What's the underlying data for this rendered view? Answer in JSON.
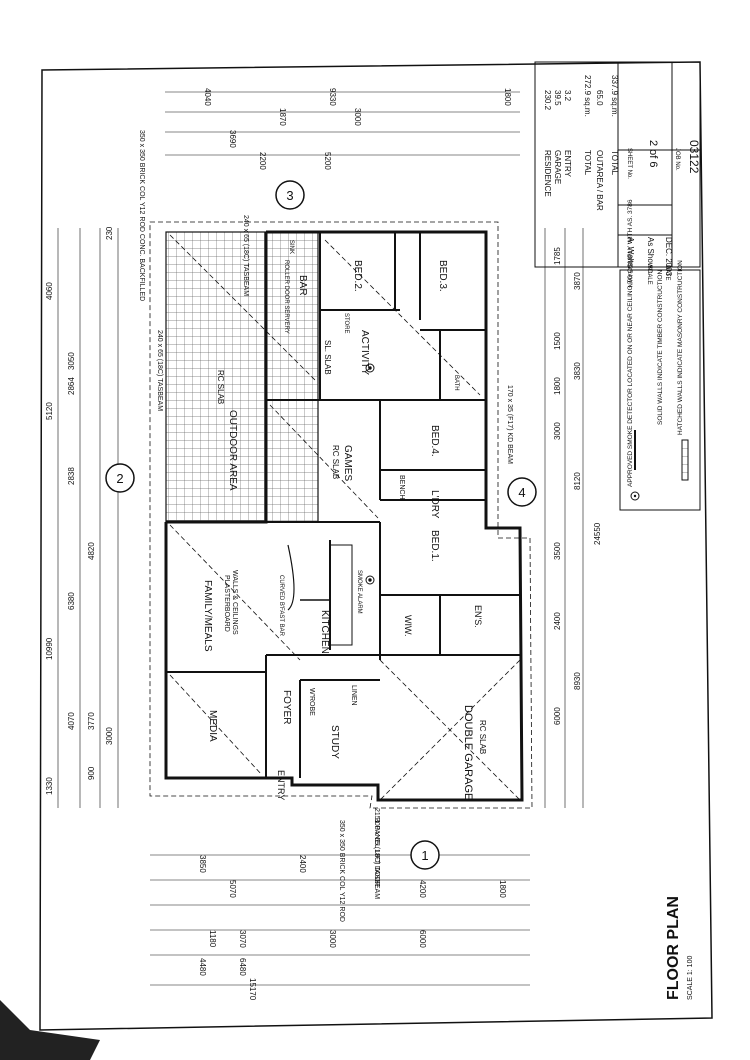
{
  "title": "FLOOR PLAN",
  "scale_label": "SCALE 1: 100",
  "rooms": {
    "outdoor": "OUTDOOR AREA",
    "outdoor_sub": "RC SLAB",
    "bar": "BAR",
    "roller": "ROLLER DOOR SERVERY",
    "sink": "SINK",
    "bed2": "BED.2.",
    "bed3": "BED.3.",
    "bed4": "BED.4.",
    "bed1": "BED.1.",
    "activity": "ACTIVITY",
    "activity_sub": "SL. SLAB",
    "store": "STORE",
    "games": "GAMES",
    "games_sub": "RC SLAB",
    "lndry": "L'DRY",
    "family": "FAMILY/MEALS",
    "family_sub1": "PLASTERBOARD",
    "family_sub2": "WALLS & CEILINGS",
    "kitchen": "KITCHEN",
    "bfast": "CURVED B'FAST BAR",
    "media": "MEDIA",
    "foyer": "FOYER",
    "study": "STUDY",
    "entry": "ENTRY",
    "wiw": "WIW.",
    "ens": "EN'S.",
    "garage": "DOUBLE GARAGE",
    "garage_sub": "RC SLAB",
    "linen": "LINEN",
    "wrobe": "W'ROBE",
    "bench": "BENCH",
    "bath": "BATH",
    "smoke": "SMOKE ALARM"
  },
  "markers": {
    "m1": "1",
    "m2": "2",
    "m3": "3",
    "m4": "4"
  },
  "beams": {
    "top": "240 x 65 (18C) TASBEAM",
    "left": "240 x 65 (18C) TASBEAM",
    "kd": "170 x 35 (F17) KD BEAM",
    "bottom": "300 x 65 (18C) TASBEAM",
    "panel": "2151 PANEL LIFT DOOR",
    "brick_top": "350 x 350 BRICK COL Y12 ROD CONC. BACKFILLED",
    "brick_bottom": "350 x 350 BRICK COL Y12 ROD"
  },
  "areas": [
    {
      "label": "RESIDENCE",
      "value": "230.2"
    },
    {
      "label": "GARAGE",
      "value": "39.5"
    },
    {
      "label": "ENTRY",
      "value": "3.2"
    },
    {
      "label": "TOTAL",
      "value": "272.9 sq.m."
    },
    {
      "label": "OUTAREA / BAR",
      "value": "65.0"
    },
    {
      "label": "TOTAL",
      "value": "337.9 sq.m."
    }
  ],
  "title_block": {
    "drawn_label": "DRAWN",
    "drawn": "A. Wolts.",
    "scale_label": "SCALE",
    "scale": "As Shown.",
    "date_label": "DATE",
    "date": "DEC. 2003",
    "sheet_label": "SHEET No.",
    "sheet": "2 of 6",
    "job_label": "JOB No.",
    "job": "03122"
  },
  "legend": [
    "APPROVED SMOKE DETECTOR LOCATED ON OR NEAR CEILING TO COMPLY WITH AS. 3786",
    "SOLID WALLS INDICATE TIMBER CONSTRUCTION",
    "HATCHED WALLS INDICATE MASONRY CONSTRUCTION"
  ],
  "dims_left": [
    "1330",
    "10990",
    "5120",
    "4060",
    "2838",
    "2864",
    "3050",
    "4820",
    "6380",
    "4070",
    "3770",
    "3000",
    "900",
    "230"
  ],
  "dims_right": [
    "24550",
    "8930",
    "8120",
    "6000",
    "2400",
    "3500",
    "3870",
    "3830",
    "3000",
    "1800",
    "1500",
    "1785"
  ],
  "dims_top": [
    "4040",
    "9330",
    "3690",
    "3000",
    "1870",
    "5200",
    "2200",
    "1800"
  ],
  "dims_bottom": [
    "15170",
    "6480",
    "4480",
    "3070",
    "3850",
    "5070",
    "2400",
    "6000",
    "4200",
    "3000",
    "1800",
    "1180"
  ]
}
